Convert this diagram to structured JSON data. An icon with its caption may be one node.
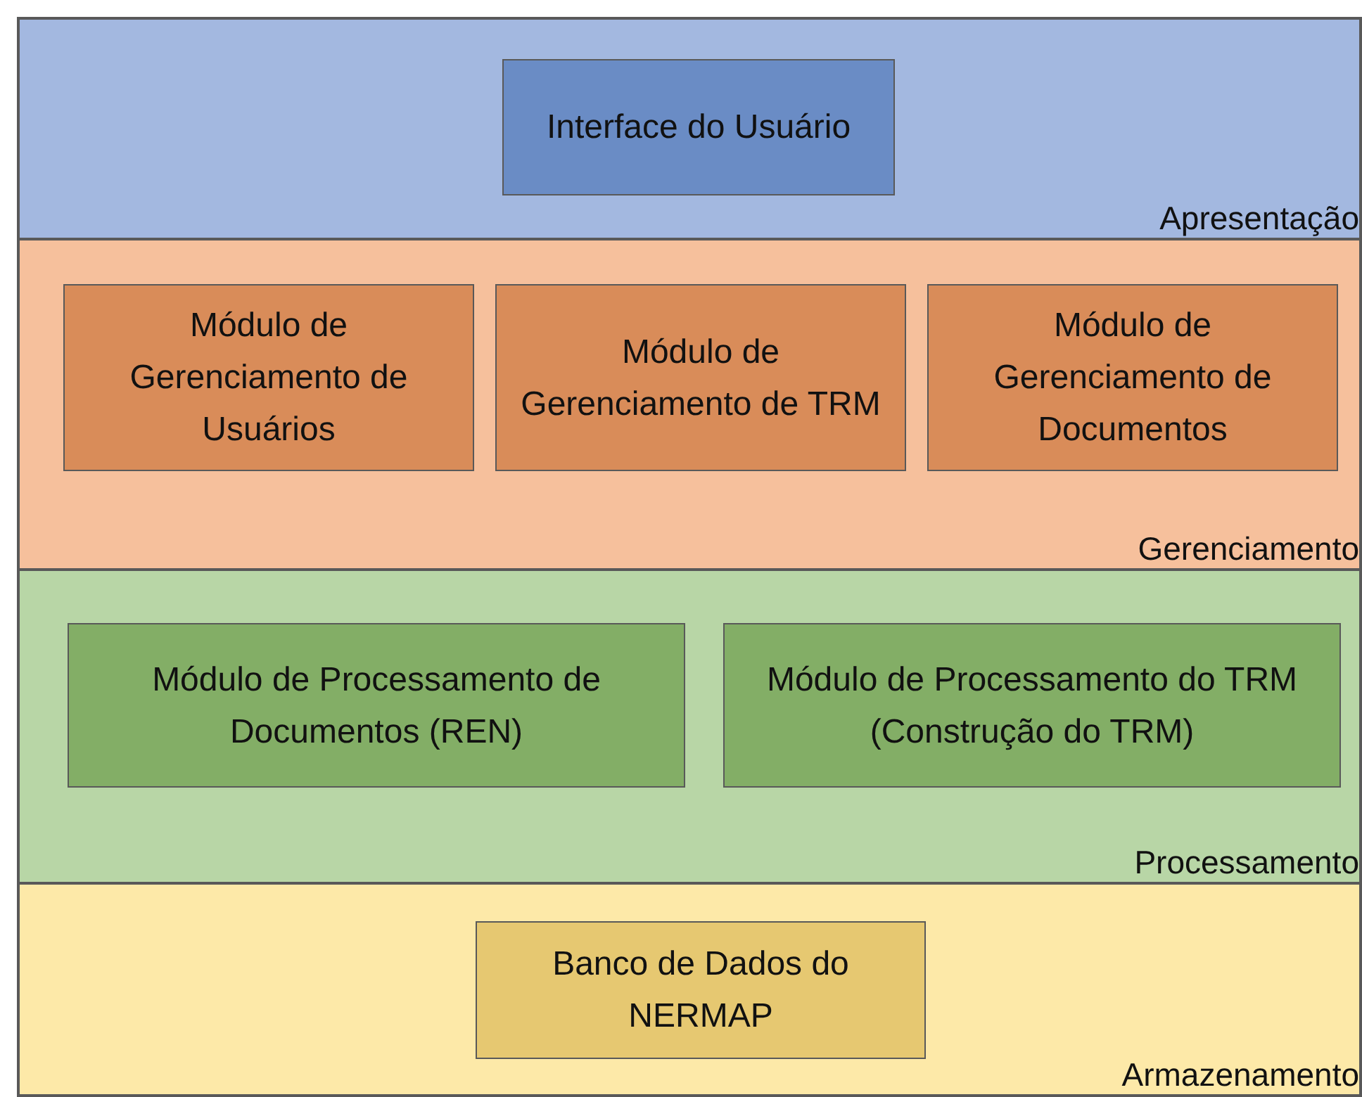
{
  "diagram": {
    "nodes": [
      {
        "text": [
          "Apresentação"
        ]
      },
      {
        "text": [
          "Interface do Usuário"
        ],
        "in": 0
      },
      {
        "text": [
          "Gerenciamento"
        ]
      },
      {
        "text": [
          "Módulo de Gerenciamento de Usuários"
        ],
        "in": 2
      },
      {
        "text": [
          "Módulo de Gerenciamento de TRM"
        ],
        "in": 2
      },
      {
        "text": [
          "Módulo de Gerenciamento de Documentos"
        ],
        "in": 2
      },
      {
        "text": [
          "Processamento"
        ]
      },
      {
        "text": [
          "Módulo de Processamento de Documentos (REN)"
        ],
        "in": 6
      },
      {
        "text": [
          "Módulo de Processamento do TRM (Construção do TRM)"
        ],
        "in": 6
      },
      {
        "text": [
          "Armazenamento"
        ]
      },
      {
        "text": [
          "Banco de Dados do NERMAP"
        ],
        "in": 9
      }
    ]
  }
}
